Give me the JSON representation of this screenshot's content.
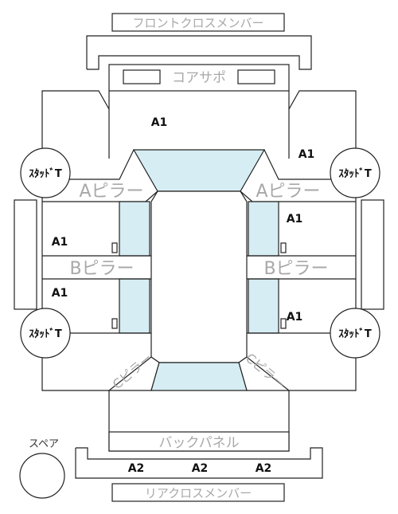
{
  "labels": {
    "front_cross_member": "フロントクロスメンバー",
    "core_support": "コアサポ",
    "a_pillar": "Aピラー",
    "b_pillar": "Bピラー",
    "c_pillar": "Cピラー",
    "back_panel": "バックパネル",
    "rear_cross_member": "リアクロスメンバー",
    "spare": "スペア",
    "stud": "ｽﾀｯﾄﾞT"
  },
  "marks": {
    "a1": "A1",
    "a2": "A2"
  },
  "colors": {
    "glass": "#d6edf3",
    "line": "#222222",
    "label_gray": "#a8a8a8"
  }
}
